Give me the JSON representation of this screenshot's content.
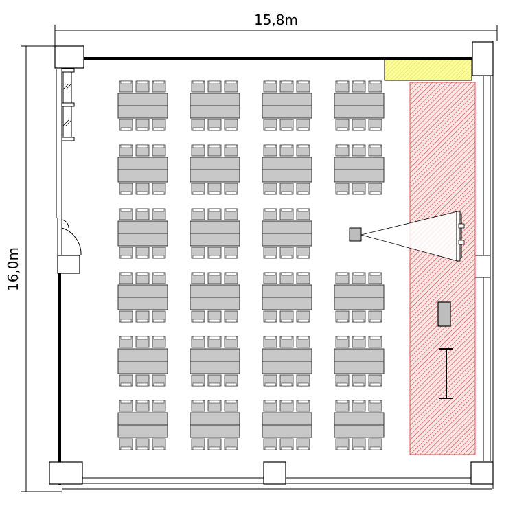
{
  "dimensions": {
    "width_label": "15,8m",
    "height_label": "16,0m"
  },
  "room": {
    "table_groups": {
      "columns": 4,
      "rows": 6,
      "missing": [
        {
          "row": 2,
          "col": 3
        }
      ],
      "chairs_per_side": 3
    },
    "projector_present": true,
    "stage_zone_hatched": true,
    "door_count": 1
  },
  "colors": {
    "wall": "#000000",
    "furniture_fill": "#c8c8c8",
    "stage_hatch": "#e05050",
    "yellow_zone": "#ffff99"
  }
}
